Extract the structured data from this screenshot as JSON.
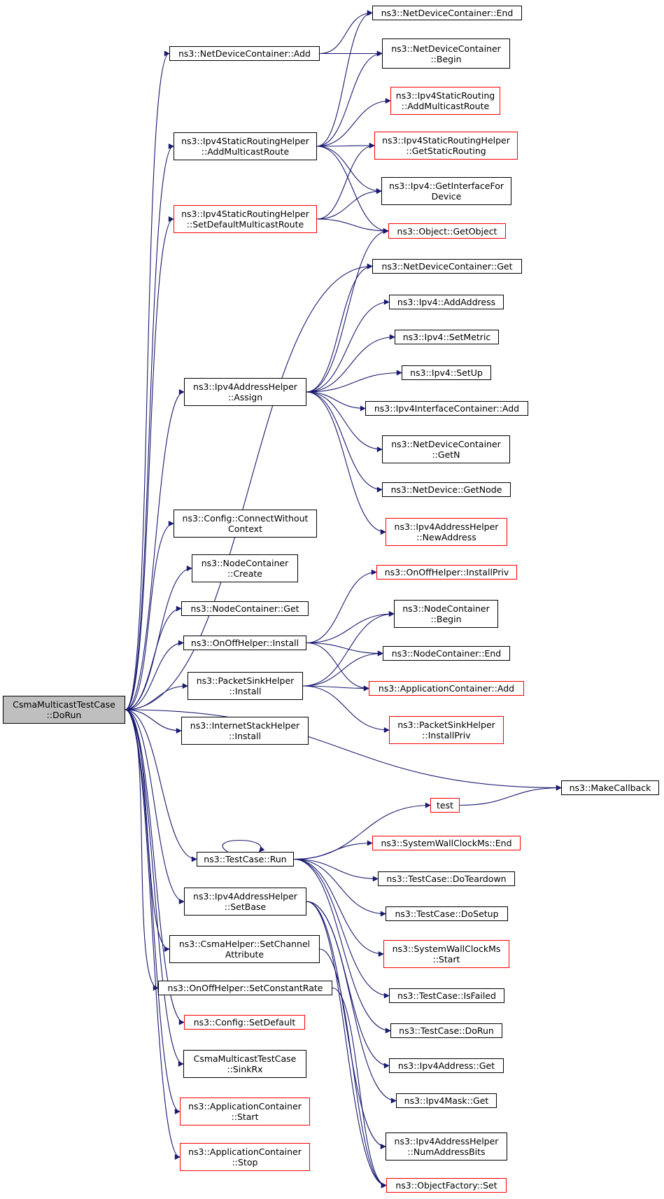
{
  "graph": {
    "edge_color": "#191970",
    "default_border": "#000000",
    "highlight_border": "#ff0000",
    "root_fill": "#bfbfbf",
    "nodes": [
      {
        "id": "root",
        "label": "CsmaMulticastTestCase\n::DoRun",
        "style": "root"
      },
      {
        "id": "ndc_add",
        "label": "ns3::NetDeviceContainer::Add",
        "style": "normal"
      },
      {
        "id": "ndc_end",
        "label": "ns3::NetDeviceContainer::End",
        "style": "normal"
      },
      {
        "id": "ndc_begin",
        "label": "ns3::NetDeviceContainer\n::Begin",
        "style": "normal"
      },
      {
        "id": "isr_amr",
        "label": "ns3::Ipv4StaticRouting\n::AddMulticastRoute",
        "style": "red"
      },
      {
        "id": "isrh_amr",
        "label": "ns3::Ipv4StaticRoutingHelper\n::AddMulticastRoute",
        "style": "normal"
      },
      {
        "id": "isrh_gsr",
        "label": "ns3::Ipv4StaticRoutingHelper\n::GetStaticRouting",
        "style": "red"
      },
      {
        "id": "ipv4_gifd",
        "label": "ns3::Ipv4::GetInterfaceFor\nDevice",
        "style": "normal"
      },
      {
        "id": "isrh_sdmr",
        "label": "ns3::Ipv4StaticRoutingHelper\n::SetDefaultMulticastRoute",
        "style": "red"
      },
      {
        "id": "obj_get",
        "label": "ns3::Object::GetObject",
        "style": "red"
      },
      {
        "id": "ndc_get",
        "label": "ns3::NetDeviceContainer::Get",
        "style": "normal"
      },
      {
        "id": "ipv4_addaddr",
        "label": "ns3::Ipv4::AddAddress",
        "style": "normal"
      },
      {
        "id": "ipv4_setmetric",
        "label": "ns3::Ipv4::SetMetric",
        "style": "normal"
      },
      {
        "id": "ipv4_setup",
        "label": "ns3::Ipv4::SetUp",
        "style": "normal"
      },
      {
        "id": "iah_assign",
        "label": "ns3::Ipv4AddressHelper\n::Assign",
        "style": "normal"
      },
      {
        "id": "iic_add",
        "label": "ns3::Ipv4InterfaceContainer::Add",
        "style": "normal"
      },
      {
        "id": "ndc_getn",
        "label": "ns3::NetDeviceContainer\n::GetN",
        "style": "normal"
      },
      {
        "id": "nd_getnode",
        "label": "ns3::NetDevice::GetNode",
        "style": "normal"
      },
      {
        "id": "iah_newaddr",
        "label": "ns3::Ipv4AddressHelper\n::NewAddress",
        "style": "red"
      },
      {
        "id": "cfg_cwc",
        "label": "ns3::Config::ConnectWithout\nContext",
        "style": "normal"
      },
      {
        "id": "nc_create",
        "label": "ns3::NodeContainer\n::Create",
        "style": "normal"
      },
      {
        "id": "ooh_installpriv",
        "label": "ns3::OnOffHelper::InstallPriv",
        "style": "red"
      },
      {
        "id": "nc_get",
        "label": "ns3::NodeContainer::Get",
        "style": "normal"
      },
      {
        "id": "nc_begin",
        "label": "ns3::NodeContainer\n::Begin",
        "style": "normal"
      },
      {
        "id": "ooh_install",
        "label": "ns3::OnOffHelper::Install",
        "style": "normal"
      },
      {
        "id": "nc_end",
        "label": "ns3::NodeContainer::End",
        "style": "normal"
      },
      {
        "id": "psh_install",
        "label": "ns3::PacketSinkHelper\n::Install",
        "style": "normal"
      },
      {
        "id": "ac_add",
        "label": "ns3::ApplicationContainer::Add",
        "style": "red"
      },
      {
        "id": "ish_install",
        "label": "ns3::InternetStackHelper\n::Install",
        "style": "normal"
      },
      {
        "id": "psh_installpriv",
        "label": "ns3::PacketSinkHelper\n::InstallPriv",
        "style": "red"
      },
      {
        "id": "makecallback",
        "label": "ns3::MakeCallback",
        "style": "normal"
      },
      {
        "id": "test",
        "label": "test",
        "style": "red"
      },
      {
        "id": "tc_run",
        "label": "ns3::TestCase::Run",
        "style": "normal"
      },
      {
        "id": "swc_end",
        "label": "ns3::SystemWallClockMs::End",
        "style": "red"
      },
      {
        "id": "tc_teardown",
        "label": "ns3::TestCase::DoTeardown",
        "style": "normal"
      },
      {
        "id": "tc_setup",
        "label": "ns3::TestCase::DoSetup",
        "style": "normal"
      },
      {
        "id": "iah_setbase",
        "label": "ns3::Ipv4AddressHelper\n::SetBase",
        "style": "normal"
      },
      {
        "id": "swc_start",
        "label": "ns3::SystemWallClockMs\n::Start",
        "style": "red"
      },
      {
        "id": "csma_sca",
        "label": "ns3::CsmaHelper::SetChannel\nAttribute",
        "style": "normal"
      },
      {
        "id": "tc_isfailed",
        "label": "ns3::TestCase::IsFailed",
        "style": "normal"
      },
      {
        "id": "ooh_scr",
        "label": "ns3::OnOffHelper::SetConstantRate",
        "style": "normal"
      },
      {
        "id": "tc_dorun",
        "label": "ns3::TestCase::DoRun",
        "style": "normal"
      },
      {
        "id": "cfg_setdefault",
        "label": "ns3::Config::SetDefault",
        "style": "red"
      },
      {
        "id": "ipv4addr_get",
        "label": "ns3::Ipv4Address::Get",
        "style": "normal"
      },
      {
        "id": "cmtc_sinkrx",
        "label": "CsmaMulticastTestCase\n::SinkRx",
        "style": "normal"
      },
      {
        "id": "ipv4mask_get",
        "label": "ns3::Ipv4Mask::Get",
        "style": "normal"
      },
      {
        "id": "ac_start",
        "label": "ns3::ApplicationContainer\n::Start",
        "style": "red"
      },
      {
        "id": "iah_nab",
        "label": "ns3::Ipv4AddressHelper\n::NumAddressBits",
        "style": "normal"
      },
      {
        "id": "ac_stop",
        "label": "ns3::ApplicationContainer\n::Stop",
        "style": "red"
      },
      {
        "id": "of_set",
        "label": "ns3::ObjectFactory::Set",
        "style": "red"
      }
    ],
    "edges": [
      [
        "root",
        "ndc_add"
      ],
      [
        "root",
        "isrh_amr"
      ],
      [
        "root",
        "isrh_sdmr"
      ],
      [
        "root",
        "ndc_get"
      ],
      [
        "root",
        "iah_assign"
      ],
      [
        "root",
        "cfg_cwc"
      ],
      [
        "root",
        "nc_create"
      ],
      [
        "root",
        "nc_get"
      ],
      [
        "root",
        "ooh_install"
      ],
      [
        "root",
        "psh_install"
      ],
      [
        "root",
        "ish_install"
      ],
      [
        "root",
        "makecallback"
      ],
      [
        "root",
        "tc_run"
      ],
      [
        "root",
        "iah_setbase"
      ],
      [
        "root",
        "csma_sca"
      ],
      [
        "root",
        "ooh_scr"
      ],
      [
        "root",
        "cfg_setdefault"
      ],
      [
        "root",
        "cmtc_sinkrx"
      ],
      [
        "root",
        "ac_start"
      ],
      [
        "root",
        "ac_stop"
      ],
      [
        "ndc_add",
        "ndc_end"
      ],
      [
        "ndc_add",
        "ndc_begin"
      ],
      [
        "isrh_amr",
        "ndc_end"
      ],
      [
        "isrh_amr",
        "ndc_begin"
      ],
      [
        "isrh_amr",
        "isr_amr"
      ],
      [
        "isrh_amr",
        "isrh_gsr"
      ],
      [
        "isrh_amr",
        "ipv4_gifd"
      ],
      [
        "isrh_amr",
        "obj_get"
      ],
      [
        "isrh_sdmr",
        "isrh_gsr"
      ],
      [
        "isrh_sdmr",
        "ipv4_gifd"
      ],
      [
        "isrh_sdmr",
        "obj_get"
      ],
      [
        "iah_assign",
        "obj_get"
      ],
      [
        "iah_assign",
        "ndc_get"
      ],
      [
        "iah_assign",
        "ipv4_addaddr"
      ],
      [
        "iah_assign",
        "ipv4_setmetric"
      ],
      [
        "iah_assign",
        "ipv4_setup"
      ],
      [
        "iah_assign",
        "iic_add"
      ],
      [
        "iah_assign",
        "ndc_getn"
      ],
      [
        "iah_assign",
        "nd_getnode"
      ],
      [
        "iah_assign",
        "iah_newaddr"
      ],
      [
        "ooh_install",
        "ooh_installpriv"
      ],
      [
        "ooh_install",
        "nc_begin"
      ],
      [
        "ooh_install",
        "nc_end"
      ],
      [
        "ooh_install",
        "ac_add"
      ],
      [
        "psh_install",
        "nc_begin"
      ],
      [
        "psh_install",
        "nc_end"
      ],
      [
        "psh_install",
        "ac_add"
      ],
      [
        "psh_install",
        "psh_installpriv"
      ],
      [
        "test",
        "makecallback"
      ],
      [
        "tc_run",
        "tc_run"
      ],
      [
        "tc_run",
        "test"
      ],
      [
        "tc_run",
        "swc_end"
      ],
      [
        "tc_run",
        "tc_teardown"
      ],
      [
        "tc_run",
        "tc_setup"
      ],
      [
        "tc_run",
        "swc_start"
      ],
      [
        "tc_run",
        "tc_isfailed"
      ],
      [
        "tc_run",
        "tc_dorun"
      ],
      [
        "iah_setbase",
        "ipv4addr_get"
      ],
      [
        "iah_setbase",
        "ipv4mask_get"
      ],
      [
        "iah_setbase",
        "iah_nab"
      ],
      [
        "iah_setbase",
        "of_set"
      ],
      [
        "csma_sca",
        "of_set"
      ],
      [
        "ooh_scr",
        "of_set"
      ]
    ]
  }
}
